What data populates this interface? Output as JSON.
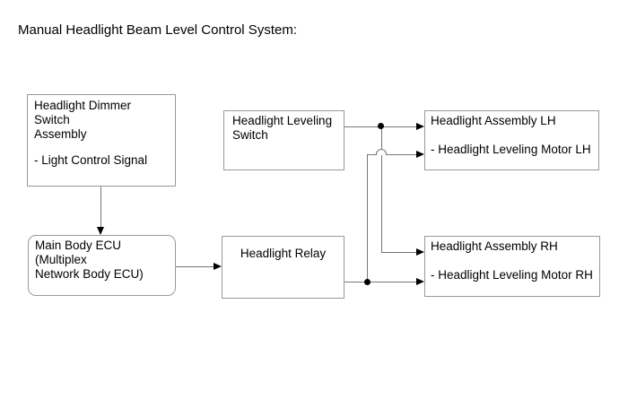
{
  "title": "Manual Headlight Beam Level Control System:",
  "boxes": {
    "dimmer_switch": {
      "line1": "Headlight Dimmer Switch",
      "line2": "Assembly",
      "item": "- Light Control Signal"
    },
    "main_body_ecu": {
      "line1": "Main Body ECU (Multiplex",
      "line2": "Network Body ECU)"
    },
    "leveling_switch": {
      "line1": "Headlight Leveling",
      "line2": "Switch"
    },
    "relay": {
      "line1": "Headlight Relay"
    },
    "assembly_lh": {
      "line1": "Headlight Assembly LH",
      "item": "- Headlight Leveling Motor LH"
    },
    "assembly_rh": {
      "line1": "Headlight Assembly RH",
      "item": "- Headlight Leveling Motor RH"
    }
  },
  "edges": [
    {
      "from": "headlight-dimmer-switch-assembly",
      "to": "main-body-ecu",
      "style": "arrow"
    },
    {
      "from": "main-body-ecu",
      "to": "headlight-relay",
      "style": "arrow"
    },
    {
      "from": "headlight-leveling-switch",
      "to": "headlight-assembly-lh",
      "style": "arrow"
    },
    {
      "from": "headlight-leveling-switch",
      "to": "headlight-assembly-rh",
      "style": "arrow"
    },
    {
      "from": "headlight-relay",
      "to": "headlight-leveling-motor-rh",
      "style": "arrow"
    },
    {
      "from": "headlight-relay",
      "to": "headlight-leveling-motor-lh",
      "style": "arrow-with-hop"
    }
  ],
  "colors": {
    "background": "#ffffff",
    "box_border": "#999999",
    "line": "#777777",
    "arrow": "#000000",
    "text": "#000000"
  }
}
